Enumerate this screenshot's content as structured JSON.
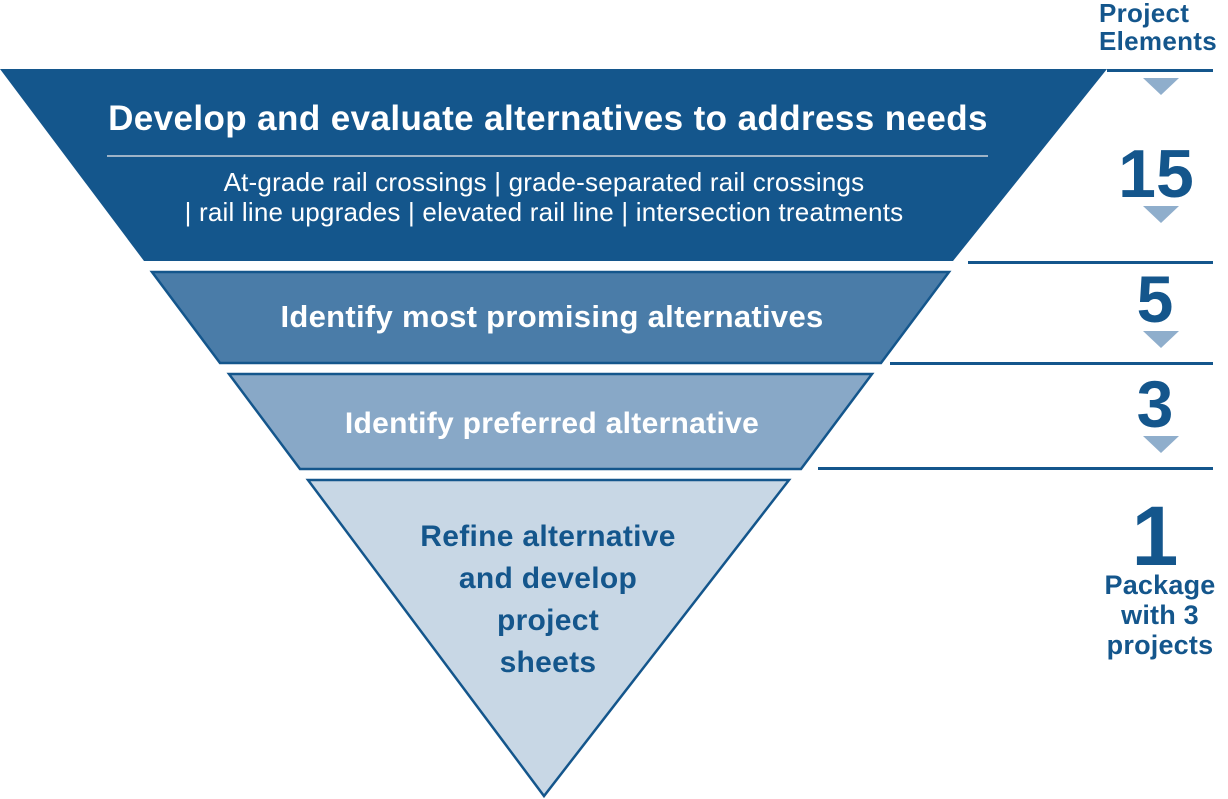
{
  "funnel": {
    "bands": [
      {
        "label": "Develop and evaluate alternatives to address needs",
        "details_line1": "At-grade rail crossings | grade-separated rail crossings",
        "details_line2": "| rail line upgrades | elevated rail line | intersection treatments",
        "fill": "#14568C",
        "text_color": "#FFFFFF",
        "project_elements": "15"
      },
      {
        "label": "Identify most promising alternatives",
        "fill": "#4A7CA8",
        "text_color": "#FFFFFF",
        "project_elements": "5"
      },
      {
        "label": "Identify preferred alternative",
        "fill": "#88A8C7",
        "text_color": "#FFFFFF",
        "project_elements": "3"
      },
      {
        "label_line1": "Refine alternative",
        "label_line2": "and develop",
        "label_line3": "project",
        "label_line4": "sheets",
        "fill": "#C8D7E5",
        "text_color": "#14568C",
        "project_elements": "1"
      }
    ]
  },
  "right_column": {
    "header_line1": "Project",
    "header_line2": "Elements",
    "values": [
      "15",
      "5",
      "3",
      "1"
    ],
    "package_note": [
      "Package",
      "with 3",
      "projects"
    ]
  },
  "icons": {
    "down_arrow": "▼"
  },
  "colors": {
    "dark_blue": "#14568C",
    "band2_blue": "#4A7CA8",
    "band3_blue": "#88A8C7",
    "band4_blue": "#C8D7E5",
    "arrow_blue": "#8FAECC",
    "divider_light": "#9EB3C7",
    "text_on_dark": "#FFFFFF"
  }
}
